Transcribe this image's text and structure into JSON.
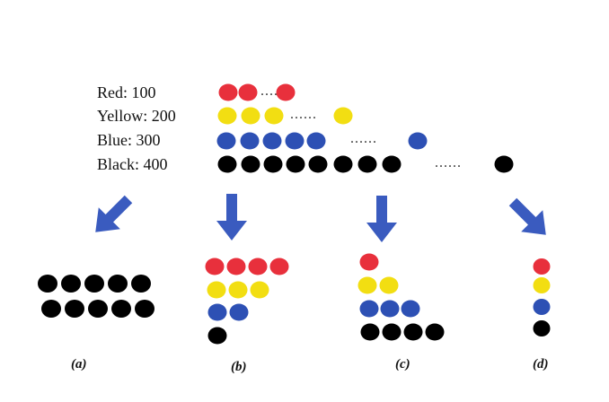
{
  "legend": {
    "rows": [
      {
        "label": "Red: 100",
        "color": "#e8303c",
        "ellipsis": "...."
      },
      {
        "label": "Yellow: 200",
        "color": "#f2de12",
        "ellipsis": "......"
      },
      {
        "label": "Blue: 300",
        "color": "#2d50b4",
        "ellipsis": "......"
      },
      {
        "label": "Black: 400",
        "color": "#000000",
        "ellipsis": "......"
      }
    ]
  },
  "arrow_color": "#3a5bbf",
  "panels": [
    {
      "caption": "(a)",
      "rows": [
        {
          "color": "Black",
          "count": 5
        },
        {
          "color": "Black",
          "count": 5
        }
      ]
    },
    {
      "caption": "(b)",
      "rows": [
        {
          "color": "Red",
          "count": 4
        },
        {
          "color": "Yellow",
          "count": 3
        },
        {
          "color": "Blue",
          "count": 2
        },
        {
          "color": "Black",
          "count": 1
        }
      ]
    },
    {
      "caption": "(c)",
      "rows": [
        {
          "color": "Red",
          "count": 1
        },
        {
          "color": "Yellow",
          "count": 2
        },
        {
          "color": "Blue",
          "count": 3
        },
        {
          "color": "Black",
          "count": 4
        }
      ]
    },
    {
      "caption": "(d)",
      "rows": [
        {
          "color": "Red",
          "count": 1
        },
        {
          "color": "Yellow",
          "count": 1
        },
        {
          "color": "Blue",
          "count": 1
        },
        {
          "color": "Black",
          "count": 1
        }
      ]
    }
  ]
}
